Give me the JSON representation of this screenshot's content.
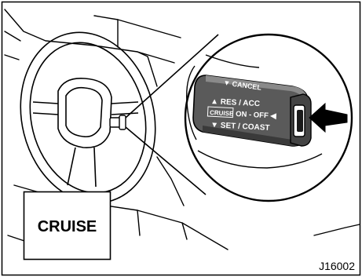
{
  "illustration": {
    "lever": {
      "cancel_label": "▼ CANCEL",
      "res_acc_label": "▲ RES / ACC",
      "cruise_badge": "CRUISE",
      "on_off_label": "ON - OFF ◀",
      "set_coast_label": "▼ SET / COAST"
    },
    "indicator_box": {
      "label": "CRUISE"
    },
    "reference_code": "J16002"
  },
  "colors": {
    "lever_body": "#5a5a5a",
    "lever_shadow": "#3a3a3a",
    "line": "#000000",
    "background": "#ffffff"
  }
}
